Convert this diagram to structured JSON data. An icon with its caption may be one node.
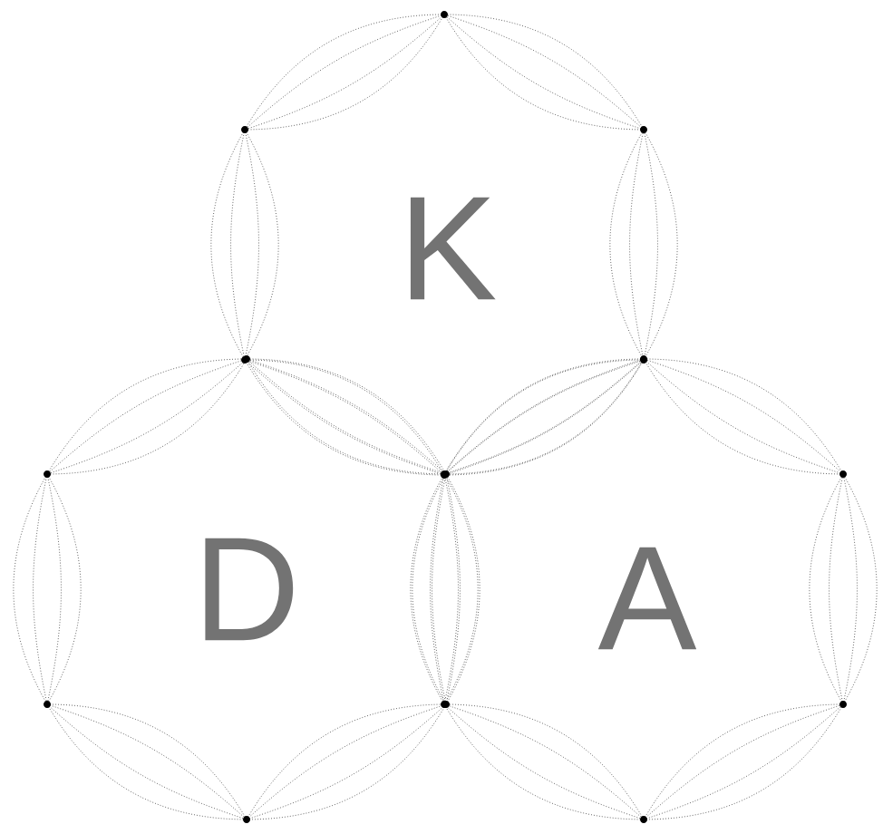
{
  "diagram": {
    "labels": [
      "K",
      "D",
      "A"
    ]
  }
}
